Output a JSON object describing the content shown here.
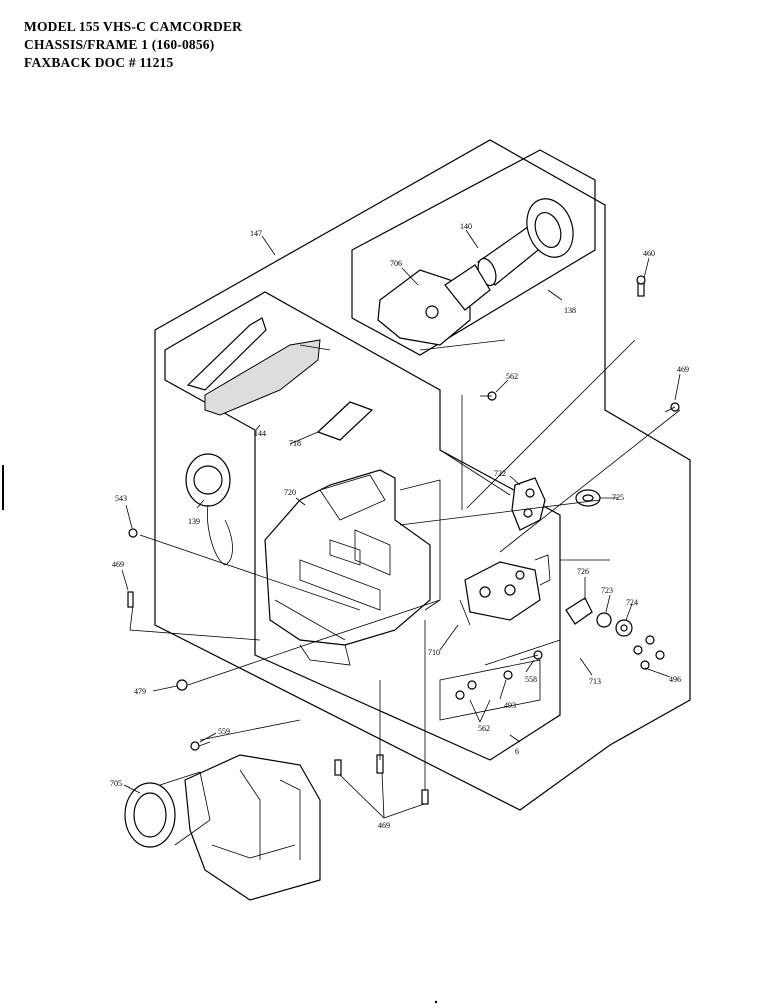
{
  "header": {
    "line1": "MODEL 155 VHS-C CAMCORDER",
    "line2": "CHASSIS/FRAME 1  (160-0856)",
    "line3": "FAXBACK DOC # 11215"
  },
  "callouts": {
    "c147": "147",
    "c140": "140",
    "c706": "706",
    "c138": "138",
    "c460": "460",
    "c469a": "469",
    "c562a": "562",
    "c718": "718",
    "c144": "144",
    "c139": "139",
    "c543": "543",
    "c720": "720",
    "c722": "722",
    "c725": "725",
    "c469b": "469",
    "c726": "726",
    "c723": "723",
    "c724": "724",
    "c710": "710",
    "c713": "713",
    "c496": "496",
    "c558": "558",
    "c493": "493",
    "c562b": "562",
    "c479": "479",
    "c6": "6",
    "c559": "559",
    "c705": "705",
    "c469c": "469"
  }
}
